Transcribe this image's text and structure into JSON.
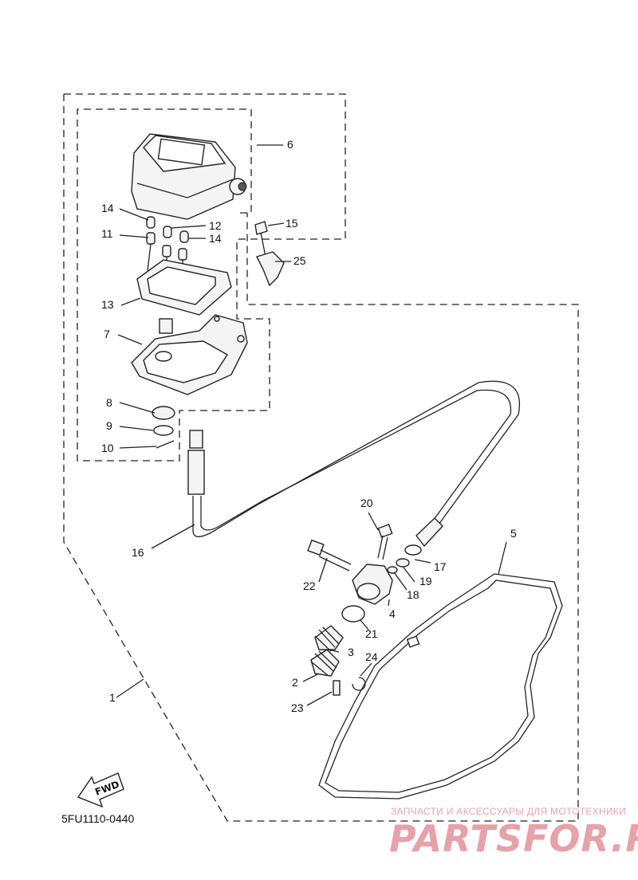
{
  "diagram_code": "5FU1110-0440",
  "fwd_label": "FWD",
  "watermark": {
    "tagline": "ЗАПЧАСТИ И АКСЕССУАРЫ ДЛЯ МОТОТЕХНИКИ",
    "brand": "PARTSFOR.RU"
  },
  "callouts": [
    "1",
    "2",
    "3",
    "4",
    "5",
    "6",
    "7",
    "8",
    "9",
    "10",
    "11",
    "12",
    "13",
    "14",
    "14",
    "15",
    "16",
    "17",
    "18",
    "19",
    "20",
    "21",
    "22",
    "23",
    "24",
    "25"
  ],
  "colors": {
    "ink": "#222222",
    "watermark": "#e7a1a8",
    "background": "#ffffff"
  }
}
